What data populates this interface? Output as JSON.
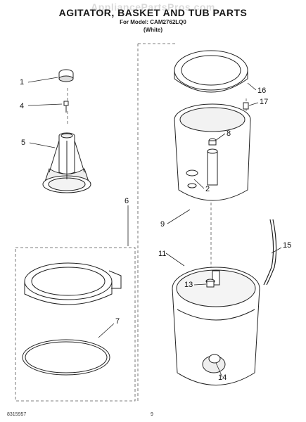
{
  "header": {
    "watermark": "AppliancePartsPros.com",
    "title": "AGITATOR, BASKET AND TUB PARTS",
    "model_line": "For Model: CAM2762LQ0",
    "color_line": "(White)"
  },
  "callouts": {
    "c1": "1",
    "c2": "2",
    "c4": "4",
    "c5": "5",
    "c6": "6",
    "c7": "7",
    "c8": "8",
    "c9": "9",
    "c11": "11",
    "c13": "13",
    "c14": "14",
    "c15": "15",
    "c16": "16",
    "c17": "17"
  },
  "footer": {
    "part_number": "8315957",
    "page_number": "9"
  },
  "colors": {
    "line": "#222222",
    "dashed": "#555555"
  }
}
